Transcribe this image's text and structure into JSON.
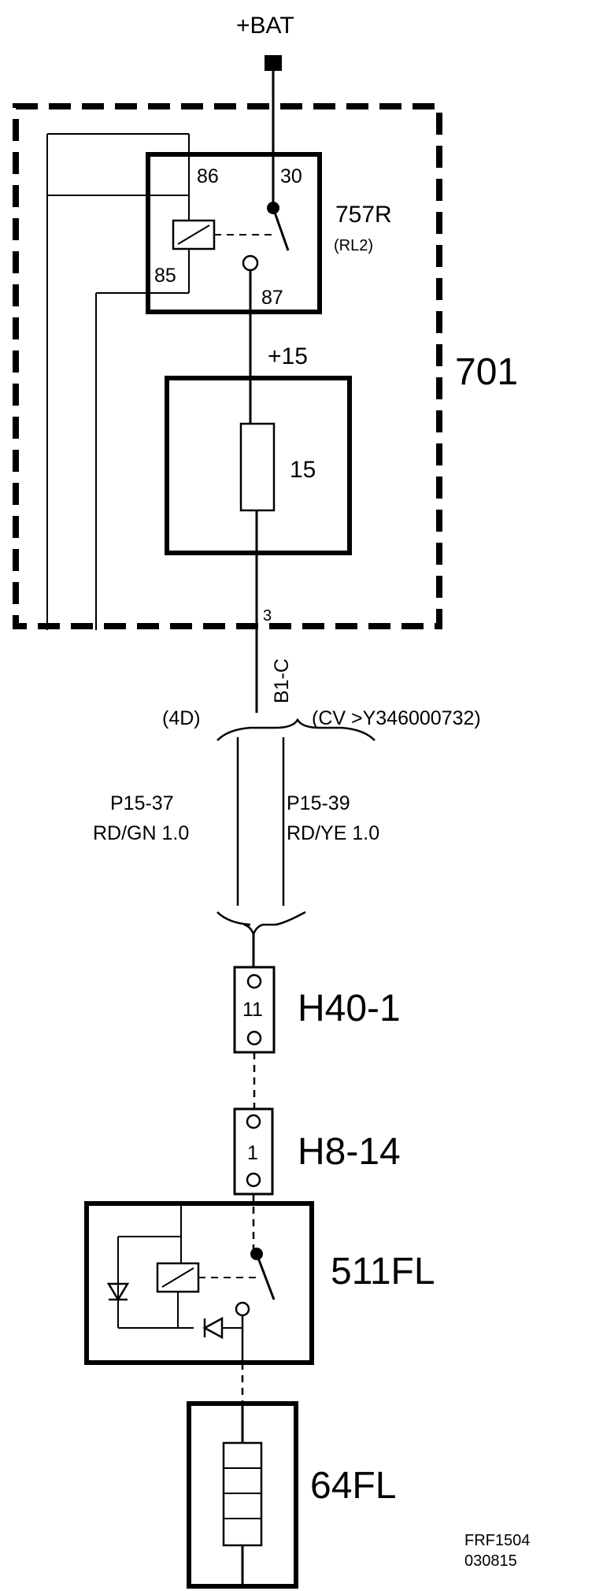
{
  "diagram": {
    "supply_label": "+BAT",
    "relay": {
      "id": "757R",
      "sub": "(RL2)",
      "pins": {
        "p86": "86",
        "p30": "30",
        "p85": "85",
        "p87": "87"
      }
    },
    "fuse_supply_label": "+15",
    "fuse_number": "15",
    "central_unit_id": "701",
    "connector_pin": "3",
    "connector_id": "B1-C",
    "splice_left_label": "(4D)",
    "splice_right_label": "(CV >Y346000732)",
    "wire_left": {
      "code": "P15-37",
      "spec": "RD/GN  1.0"
    },
    "wire_right": {
      "code": "P15-39",
      "spec": "RD/YE  1.0"
    },
    "connector_h40": {
      "pin": "11",
      "id": "H40-1"
    },
    "connector_h8": {
      "pin": "1",
      "id": "H8-14"
    },
    "fog_relay_id": "511FL",
    "fog_lamp_id": "64FL",
    "drawing_code": "FRF1504",
    "drawing_date": "030815"
  }
}
